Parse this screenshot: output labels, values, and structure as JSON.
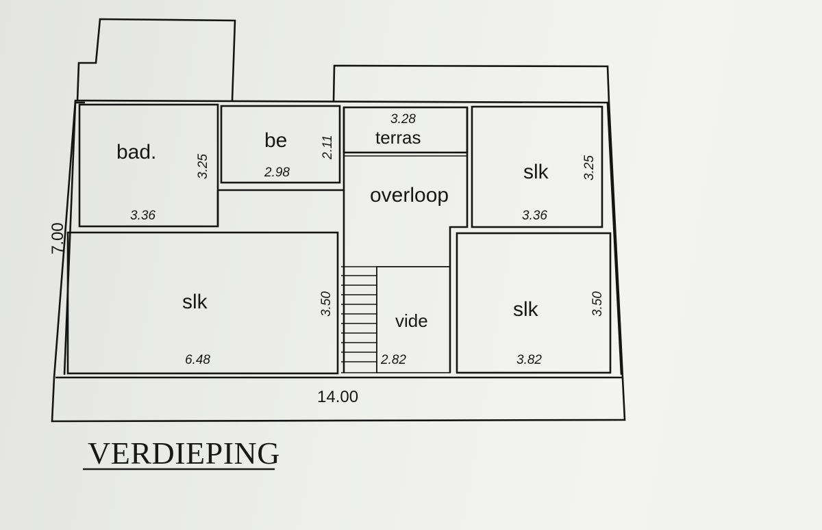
{
  "plan": {
    "title": "VERDIEPING",
    "overall": {
      "width": "14.00",
      "depth": "7.00"
    },
    "rooms": {
      "bad": {
        "name": "bad.",
        "width": "3.36",
        "depth": "3.25"
      },
      "be": {
        "name": "be",
        "width": "2.98",
        "depth": "2.11"
      },
      "terras": {
        "name": "terras",
        "width": "3.28"
      },
      "overloop": {
        "name": "overloop"
      },
      "slk_top_right": {
        "name": "slk",
        "width": "3.36",
        "depth": "3.25"
      },
      "slk_bottom_left": {
        "name": "slk",
        "width": "6.48",
        "depth": "3.50"
      },
      "vide": {
        "name": "vide",
        "width": "2.82"
      },
      "slk_bottom_right": {
        "name": "slk",
        "width": "3.82",
        "depth": "3.50"
      }
    }
  }
}
